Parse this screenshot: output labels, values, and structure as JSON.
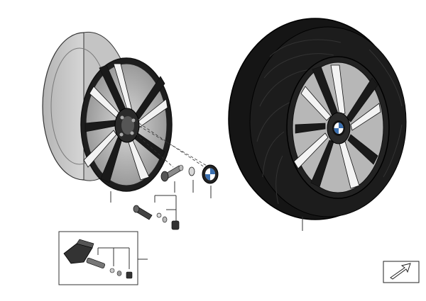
{
  "diagram": {
    "rim_part": "wheel-rim",
    "tire_part": "complete-wheel-with-tire",
    "inset_part": "tpms-sensor-kit",
    "nav_icon": "next-page-arrow-icon"
  }
}
